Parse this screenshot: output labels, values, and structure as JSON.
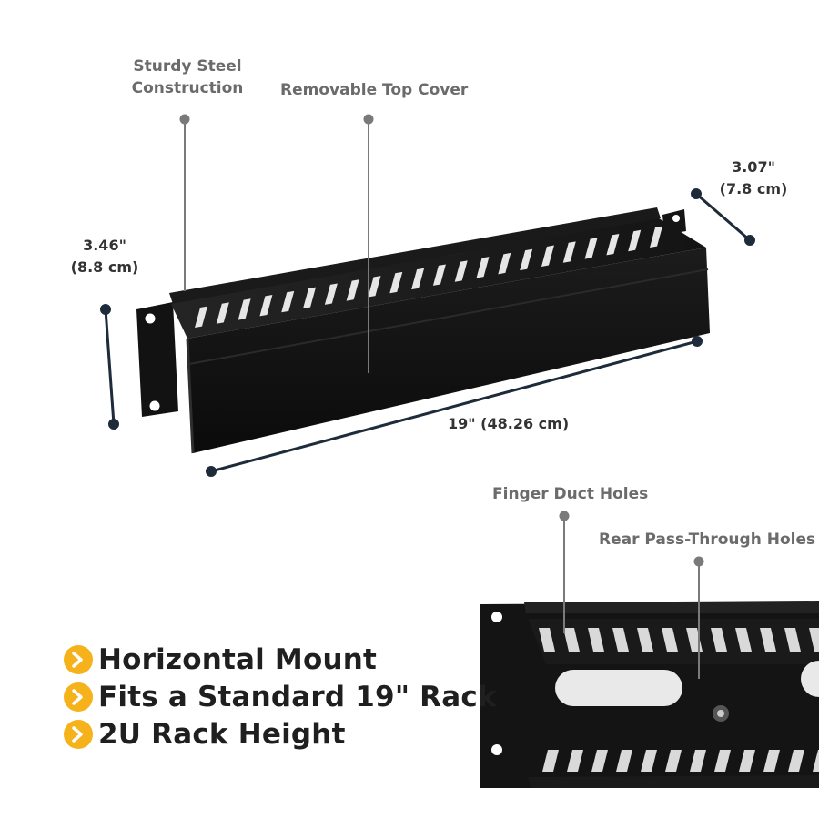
{
  "callouts": {
    "steel_line1": "Sturdy Steel",
    "steel_line2": "Construction",
    "top_cover": "Removable Top Cover",
    "finger_duct": "Finger Duct Holes",
    "rear_pass": "Rear Pass-Through Holes"
  },
  "dimensions": {
    "height_in": "3.46\"",
    "height_cm": "(8.8 cm)",
    "depth_in": "3.07\"",
    "depth_cm": "(7.8 cm)",
    "width": "19\" (48.26 cm)"
  },
  "features": [
    {
      "label": "Horizontal Mount",
      "icon": "arrow-right-icon"
    },
    {
      "label": "Fits a Standard 19\" Rack",
      "icon": "arrow-right-icon"
    },
    {
      "label": "2U Rack Height",
      "icon": "arrow-right-icon"
    }
  ],
  "colors": {
    "bullet": "#f6b21a",
    "dimension_line": "#1e2b3a",
    "callout_line": "#7a7a7a",
    "product": "#111111"
  }
}
